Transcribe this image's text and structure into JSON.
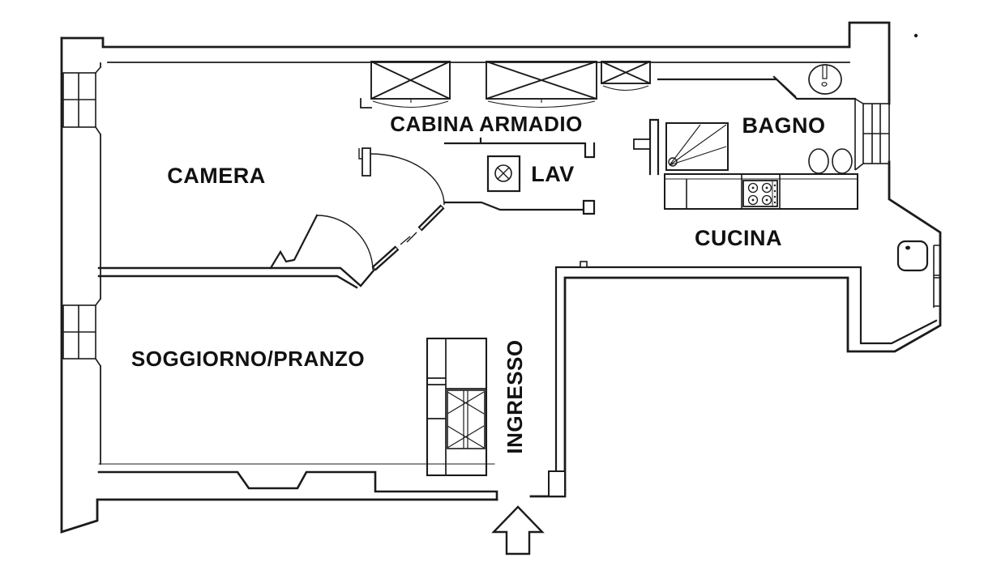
{
  "page": {
    "background_color": "#ffffff",
    "line_color": "#1b1b1b",
    "text_color": "#111111",
    "type": "apartment-floor-plan"
  },
  "rooms": {
    "camera": {
      "label": "CAMERA"
    },
    "cabina_armadio": {
      "label": "CABINA ARMADIO"
    },
    "lav": {
      "label": "LAV"
    },
    "bagno": {
      "label": "BAGNO"
    },
    "cucina": {
      "label": "CUCINA"
    },
    "soggiorno_pranzo": {
      "label": "SOGGIORNO/PRANZO"
    },
    "ingresso": {
      "label": "INGRESSO"
    }
  },
  "fixtures": [
    "wardrobe-unit-icon",
    "wardrobe-unit-icon",
    "wardrobe-unit-icon",
    "washing-machine-icon",
    "shower-icon",
    "washbasin-icon",
    "toilet-icon",
    "bidet-icon",
    "kitchen-counter",
    "cooktop-icon",
    "water-heater-icon",
    "entrance-cabinet",
    "door-swing-arc",
    "door-swing-arc",
    "window",
    "window",
    "window",
    "window"
  ],
  "entrance": {
    "direction": "up"
  }
}
